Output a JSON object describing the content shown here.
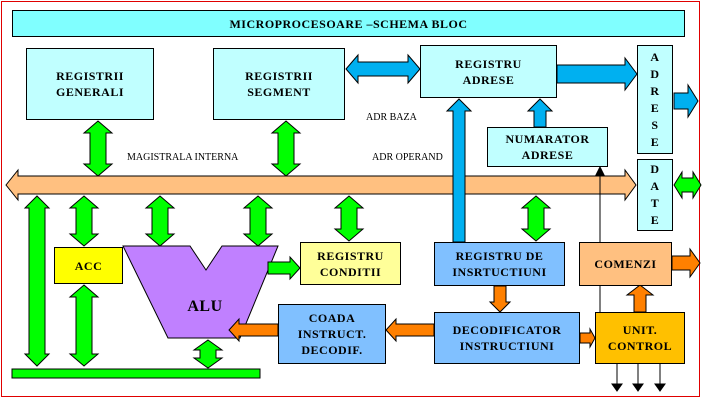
{
  "title": "MICROPROCESOARE –SCHEMA BLOC",
  "blocks": {
    "registrii_generali": "REGISTRII\nGENERALI",
    "registrii_segment": "REGISTRII\nSEGMENT",
    "registru_adrese": "REGISTRU\nADRESE",
    "numarator_adrese": "NUMARATOR\nADRESE",
    "adrese_port": [
      "A",
      "D",
      "R",
      "E",
      "S",
      "E"
    ],
    "date_port": [
      "D",
      "A",
      "T",
      "E"
    ],
    "acc": "ACC",
    "alu": "ALU",
    "registru_conditii": "REGISTRU\nCONDITII",
    "registru_instructiuni": "REGISTRU DE\nINSRTUCTIUNI",
    "comenzi": "COMENZI",
    "coada_instructiuni": "COADA\nINSTRUCT.\nDECODIF.",
    "decodificator": "DECODIFICATOR\nINSTRUCTIUNI",
    "unitate_control": "UNIT.\nCONTROL"
  },
  "labels": {
    "magistrala_interna": "MAGISTRALA INTERNA",
    "adr_baza": "ADR BAZA",
    "adr_operand": "ADR OPERAND"
  },
  "colors": {
    "light_cyan": "#c0ffff",
    "title_cyan": "#80ffff",
    "bus_orange": "#ffc080",
    "green": "#00ff00",
    "blue_arrow": "#00b0f0",
    "orange_arrow": "#ff8000",
    "acc_yellow": "#ffff00",
    "alu_purple": "#c080ff",
    "cond_yellow": "#ffff99",
    "instr_blue": "#80c0ff",
    "comenzi": "#ffc080",
    "control_gold": "#ffc000"
  }
}
